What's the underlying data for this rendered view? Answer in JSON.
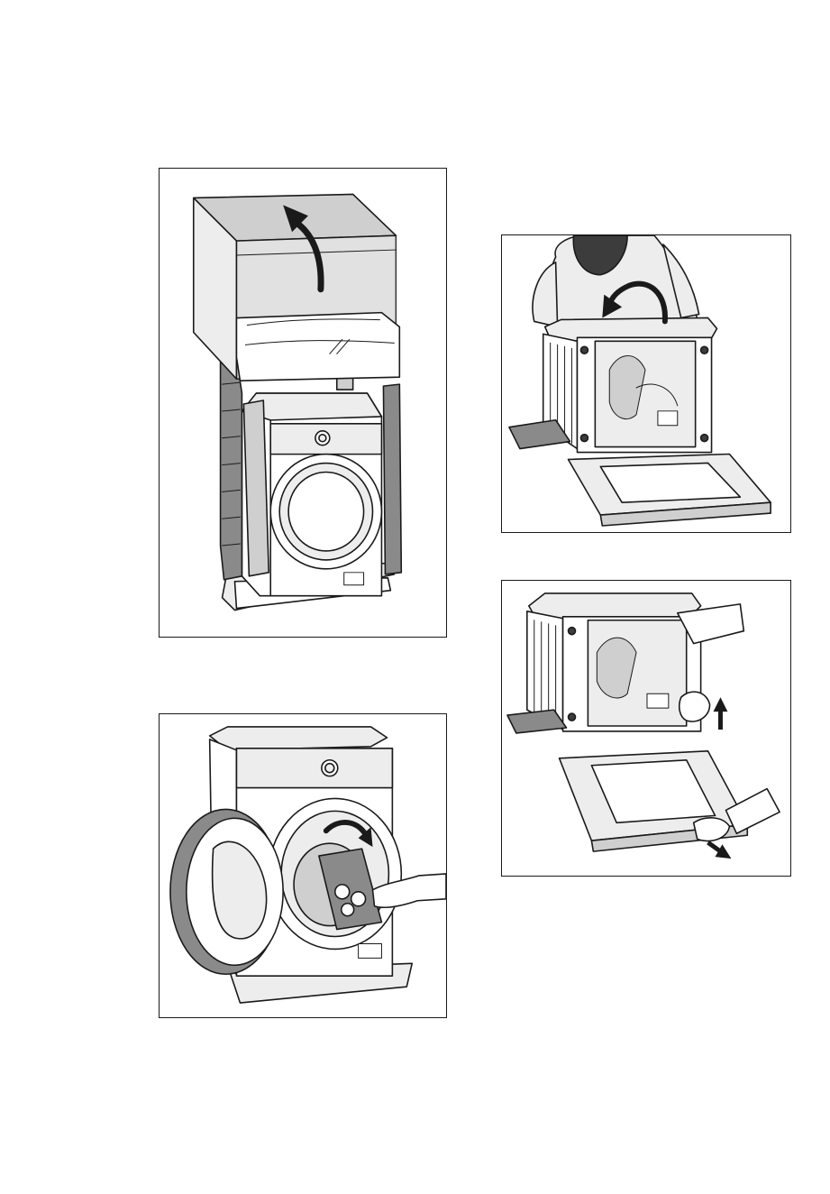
{
  "page": {
    "background": "#ffffff",
    "line_color": "#1a1a1a"
  },
  "illustrations": [
    {
      "id": "unpack-lift-carton-cover",
      "icon": "curved-up-arrow-icon"
    },
    {
      "id": "unpack-tilt-machine-back",
      "icon": "curved-back-arrow-icon"
    },
    {
      "id": "unpack-remove-base-tray",
      "icon": "up-down-arrows-icon"
    },
    {
      "id": "unpack-remove-drum-bag",
      "icon": "curved-down-arrow-icon"
    }
  ]
}
